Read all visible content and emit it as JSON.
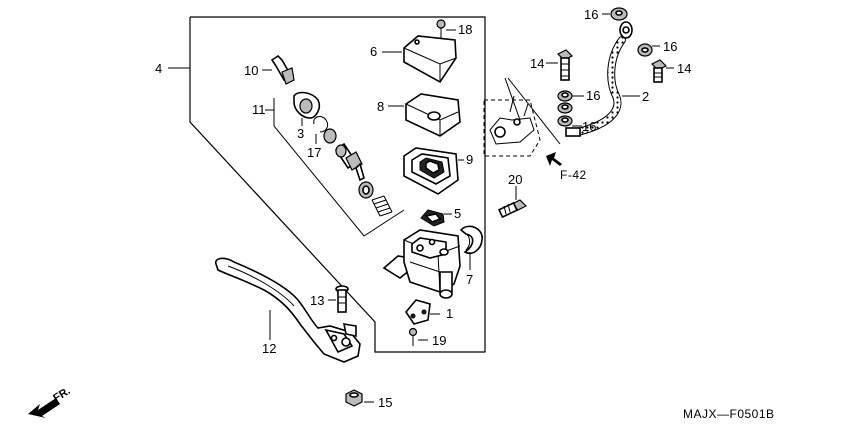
{
  "callouts": {
    "c1": "1",
    "c2": "2",
    "c3": "3",
    "c4": "4",
    "c5": "5",
    "c6": "6",
    "c7": "7",
    "c8": "8",
    "c9": "9",
    "c10": "10",
    "c11": "11",
    "c12": "12",
    "c13": "13",
    "c14a": "14",
    "c14b": "14",
    "c15": "15",
    "c16a": "16",
    "c16b": "16",
    "c16c": "16",
    "c16d": "16",
    "c17": "17",
    "c18": "18",
    "c19": "19",
    "c20": "20"
  },
  "reference": "F-42",
  "direction_label": "FR.",
  "diagram_code": "MAJX—F0501B"
}
